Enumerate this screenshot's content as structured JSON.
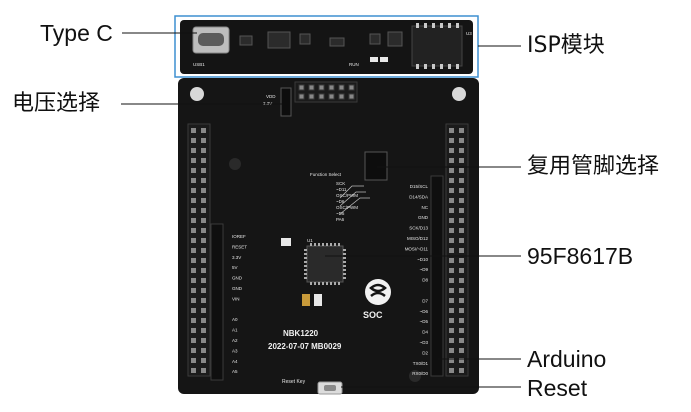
{
  "callouts": {
    "type_c": "Type C",
    "isp": "ISP模块",
    "voltage": "电压选择",
    "pin_mux": "复用管脚选择",
    "mcu": "95F8617B",
    "arduino": "Arduino",
    "reset": "Reset"
  },
  "board": {
    "name": "NBK1220",
    "date_rev": "2022-07-07   MB0029",
    "logo_text": "SOC",
    "function_select": "Function Select",
    "reset_key": "Reset Key",
    "u1": "U1",
    "run": "RUN",
    "usb": "USB1",
    "u3": "U3",
    "v33": "3.3V",
    "vdd": "VDD",
    "left_header": [
      "IOREF",
      "RESET",
      "3.3V",
      "5V",
      "GND",
      "GND",
      "VIN",
      "",
      "A0",
      "A1",
      "A2",
      "A3",
      "A4",
      "A5"
    ],
    "right_header": [
      "D15/SCL",
      "D14/SDA",
      "NC",
      "GND",
      "SCK/D13",
      "MISO/D12",
      "MOSI/~D11",
      "~D10",
      "~D9",
      "D8",
      "",
      "D7",
      "~D6",
      "~D5",
      "D4",
      "~D3",
      "D2",
      "TX0/D1",
      "RX0/D0"
    ],
    "mux_labels": [
      "SCK",
      "~D11",
      "OSC/PWM",
      "~D6",
      "OSC/PWM",
      "~D5",
      "PA6"
    ]
  },
  "colors": {
    "accent": "#3d8fd1",
    "board": "#151515",
    "silk": "#e6e6e6",
    "header": "#1b1b1b"
  }
}
